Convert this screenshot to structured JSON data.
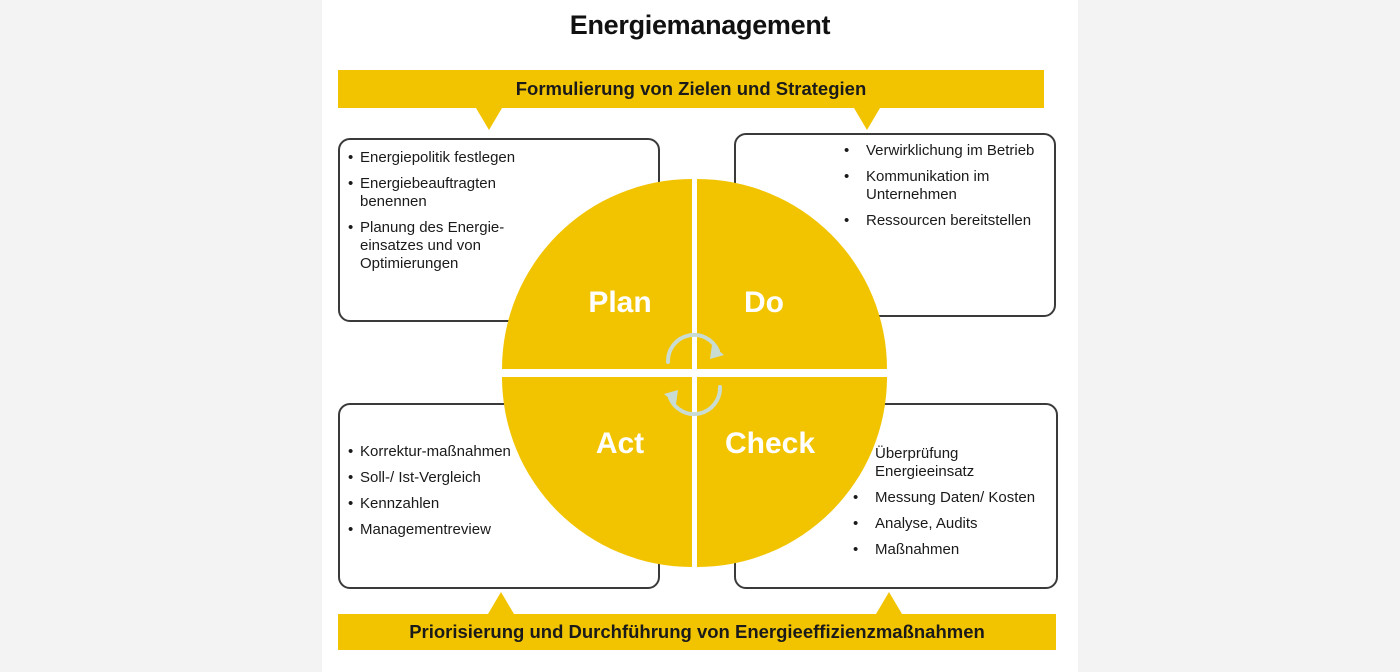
{
  "title": "Energiemanagement",
  "banner_top": "Formulierung von Zielen und Strategien",
  "banner_bottom": "Priorisierung und Durchführung von Energieeffizienzmaßnahmen",
  "quadrants": {
    "plan": "Plan",
    "do": "Do",
    "act": "Act",
    "check": "Check"
  },
  "boxes": {
    "plan": [
      "Energiepolitik festlegen",
      "Energiebeauftragten benennen",
      "Planung des Energie-einsatzes und von Optimierungen"
    ],
    "do": [
      "Verwirklichung im Betrieb",
      "Kommunikation im Unternehmen",
      "Ressourcen bereitstellen"
    ],
    "act": [
      "Korrektur-maßnahmen",
      "Soll-/ Ist-Vergleich",
      "Kennzahlen",
      "Managementreview"
    ],
    "check": [
      "Überprüfung Energieeinsatz",
      "Messung Daten/ Kosten",
      "Analyse, Audits",
      "Maßnahmen"
    ]
  },
  "colors": {
    "accent": "#f2c400",
    "border": "#3a3a3a",
    "cycle_arrow": "#c9dcd3"
  },
  "icons": {
    "cycle": "refresh-cycle-icon"
  }
}
